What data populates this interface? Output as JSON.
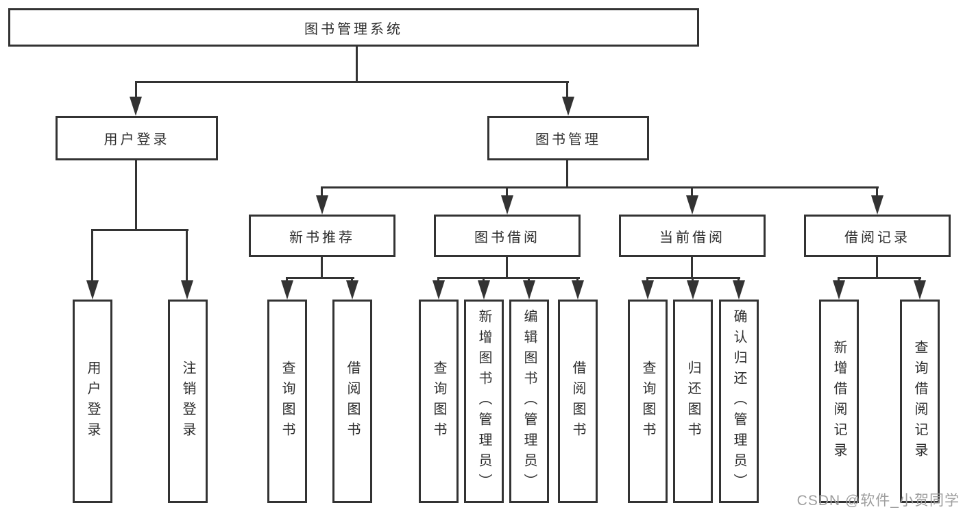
{
  "diagram_type": "hierarchy-tree",
  "colors": {
    "line": "#333333",
    "text": "#2e2e2e",
    "background": "#ffffff",
    "watermark": "#9e9e9e"
  },
  "tree": {
    "label": "图书管理系统",
    "children": [
      {
        "label": "用户登录",
        "children": [
          {
            "label": "用户登录"
          },
          {
            "label": "注销登录"
          }
        ]
      },
      {
        "label": "图书管理",
        "children": [
          {
            "label": "新书推荐",
            "children": [
              {
                "label": "查询图书"
              },
              {
                "label": "借阅图书"
              }
            ]
          },
          {
            "label": "图书借阅",
            "children": [
              {
                "label": "查询图书"
              },
              {
                "label": "新增图书（管理员）"
              },
              {
                "label": "编辑图书（管理员）"
              },
              {
                "label": "借阅图书"
              }
            ]
          },
          {
            "label": "当前借阅",
            "children": [
              {
                "label": "查询图书"
              },
              {
                "label": "归还图书"
              },
              {
                "label": "确认归还（管理员）"
              }
            ]
          },
          {
            "label": "借阅记录",
            "children": [
              {
                "label": "新增借阅记录"
              },
              {
                "label": "查询借阅记录"
              }
            ]
          }
        ]
      }
    ]
  },
  "watermark": "CSDN @软件_小贺同学"
}
